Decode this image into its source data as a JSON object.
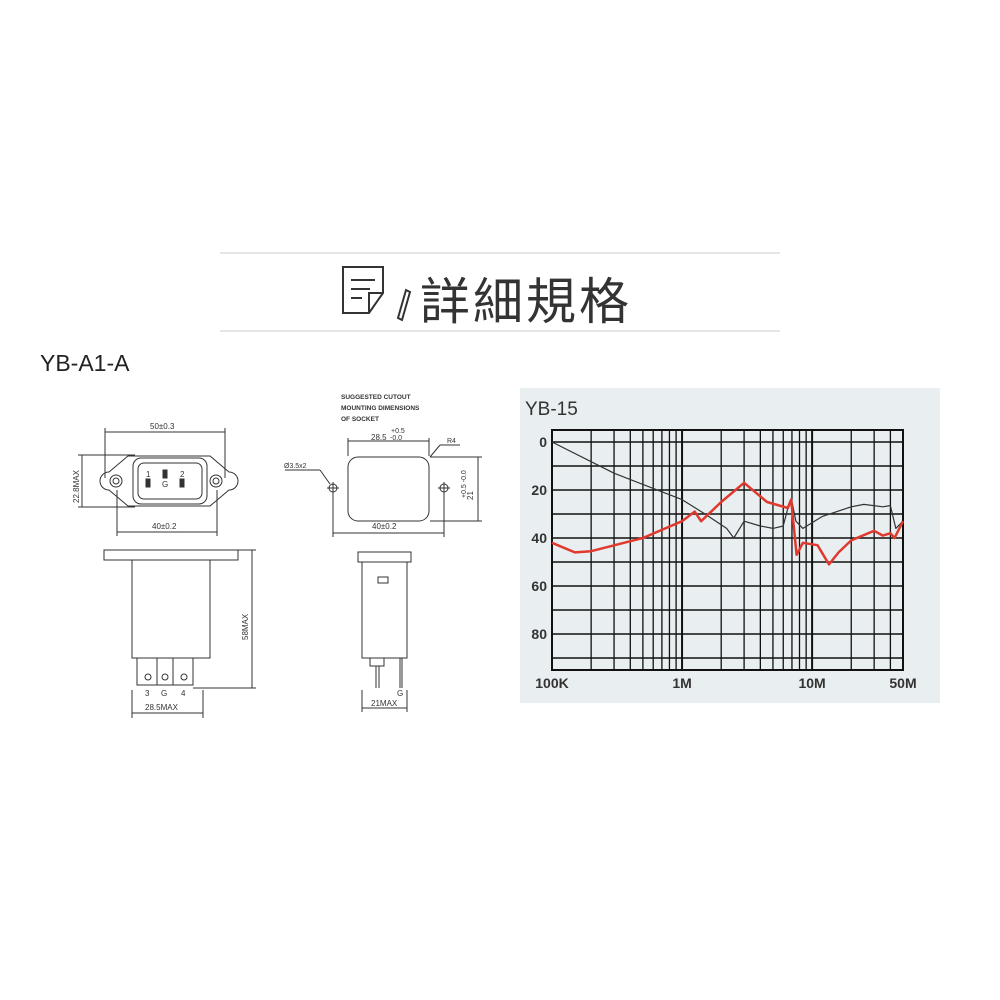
{
  "header": {
    "title": "詳細規格",
    "icon": "document-pen-icon"
  },
  "model_label": "YB-A1-A",
  "drawing": {
    "front": {
      "width_dim": "50±0.3",
      "height_dim": "22.8MAX",
      "hole_dim": "40±0.2",
      "pin1": "1",
      "pin2": "2",
      "pin_g": "G"
    },
    "cutout": {
      "note_line1": "SUGGESTED CUTOUT",
      "note_line2": "MOUNTING DIMENSIONS",
      "note_line3": "OF SOCKET",
      "width_dim": "28.5",
      "width_tol_plus": "+0.5",
      "width_tol_minus": "-0.0",
      "radius": "R4",
      "hole": "Ø3.5x2",
      "height_dim": "21",
      "height_tol": "+0.5 -0.0",
      "hole_dim": "40±0.2"
    },
    "side": {
      "length_dim": "58MAX",
      "width_dim": "28.5MAX",
      "term3": "3",
      "term_g": "G",
      "term4": "4"
    },
    "end": {
      "width_dim": "21MAX",
      "term_g": "G"
    }
  },
  "chart_data": {
    "type": "line",
    "title": "YB-15",
    "x_scale": "log",
    "xlim": [
      100000,
      50000000
    ],
    "ylim": [
      -5,
      95
    ],
    "y_inverted": true,
    "x_tick_labels": [
      "100K",
      "1M",
      "10M",
      "50M"
    ],
    "x_ticks": [
      100000,
      1000000,
      10000000,
      50000000
    ],
    "y_tick_labels": [
      "0",
      "20",
      "40",
      "60",
      "80"
    ],
    "y_ticks": [
      0,
      20,
      40,
      60,
      80
    ],
    "grid": true,
    "background": "#e9eef0",
    "series": [
      {
        "color": "#333333",
        "points": [
          [
            100000,
            0
          ],
          [
            300000,
            13
          ],
          [
            1000000,
            24
          ],
          [
            1500000,
            30
          ],
          [
            2200000,
            36
          ],
          [
            2500000,
            40
          ],
          [
            3000000,
            33
          ],
          [
            4000000,
            35
          ],
          [
            5000000,
            36
          ],
          [
            6000000,
            35
          ],
          [
            6700000,
            25
          ],
          [
            7000000,
            25
          ],
          [
            7500000,
            33
          ],
          [
            8500000,
            36
          ],
          [
            12000000,
            31
          ],
          [
            20000000,
            27
          ],
          [
            25000000,
            26
          ],
          [
            35000000,
            27
          ],
          [
            40000000,
            26.5
          ],
          [
            44000000,
            36
          ],
          [
            50000000,
            33
          ]
        ]
      },
      {
        "color": "#e03a2f",
        "points": [
          [
            100000,
            42
          ],
          [
            150000,
            46
          ],
          [
            200000,
            45.5
          ],
          [
            500000,
            40
          ],
          [
            1000000,
            33
          ],
          [
            1250000,
            29
          ],
          [
            1400000,
            33
          ],
          [
            2000000,
            25
          ],
          [
            3000000,
            17
          ],
          [
            4500000,
            25
          ],
          [
            6500000,
            27.5
          ],
          [
            6900000,
            24
          ],
          [
            7600000,
            47
          ],
          [
            8500000,
            42
          ],
          [
            11000000,
            43
          ],
          [
            13500000,
            51
          ],
          [
            16000000,
            46
          ],
          [
            20000000,
            41
          ],
          [
            30000000,
            37
          ],
          [
            35000000,
            39
          ],
          [
            40000000,
            38
          ],
          [
            43000000,
            40
          ],
          [
            50000000,
            33
          ]
        ]
      }
    ]
  }
}
